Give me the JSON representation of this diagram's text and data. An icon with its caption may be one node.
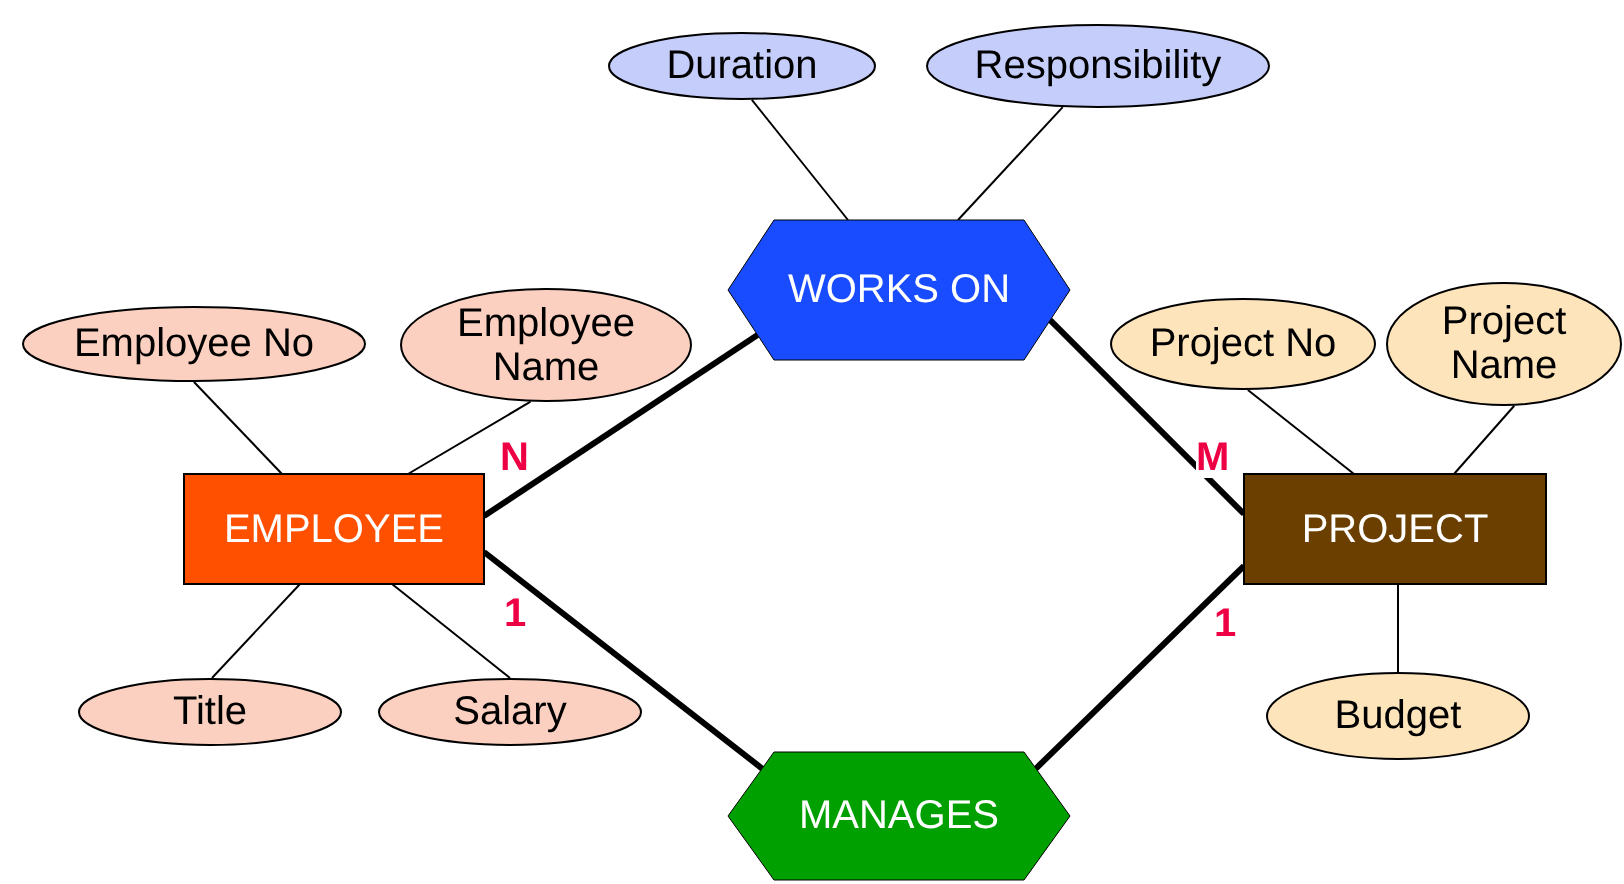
{
  "diagram": {
    "nodes": [
      {
        "text": [
          "Duration"
        ]
      },
      {
        "text": [
          "Responsibility"
        ]
      },
      {
        "text": [
          "WORKS ON"
        ]
      },
      {
        "text": [
          "Employee No"
        ]
      },
      {
        "text": [
          "Employee Name"
        ]
      },
      {
        "text": [
          "Project No"
        ]
      },
      {
        "text": [
          "Project Name"
        ]
      },
      {
        "text": [
          "EMPLOYEE"
        ]
      },
      {
        "text": [
          "PROJECT"
        ]
      },
      {
        "text": [
          "Title"
        ]
      },
      {
        "text": [
          "Salary"
        ]
      },
      {
        "text": [
          "Budget"
        ]
      },
      {
        "text": [
          "MANAGES"
        ]
      }
    ],
    "edges": [
      {
        "from": 0,
        "to": 2,
        "arrow": "none"
      },
      {
        "from": 1,
        "to": 2,
        "arrow": "none"
      },
      {
        "from": 3,
        "to": 7,
        "arrow": "none"
      },
      {
        "from": 4,
        "to": 7,
        "arrow": "none"
      },
      {
        "from": 5,
        "to": 8,
        "arrow": "none"
      },
      {
        "from": 6,
        "to": 8,
        "arrow": "none"
      },
      {
        "from": 9,
        "to": 7,
        "arrow": "none"
      },
      {
        "from": 10,
        "to": 7,
        "arrow": "none"
      },
      {
        "from": 11,
        "to": 8,
        "arrow": "none"
      },
      {
        "from": 7,
        "to": 2,
        "arrow": "none",
        "label": "N",
        "style": "thick"
      },
      {
        "from": 2,
        "to": 8,
        "arrow": "none",
        "label": "M",
        "style": "thick"
      },
      {
        "from": 7,
        "to": 12,
        "arrow": "none",
        "label": "1",
        "style": "thick"
      },
      {
        "from": 12,
        "to": 8,
        "arrow": "none",
        "label": "1",
        "style": "thick"
      }
    ]
  }
}
